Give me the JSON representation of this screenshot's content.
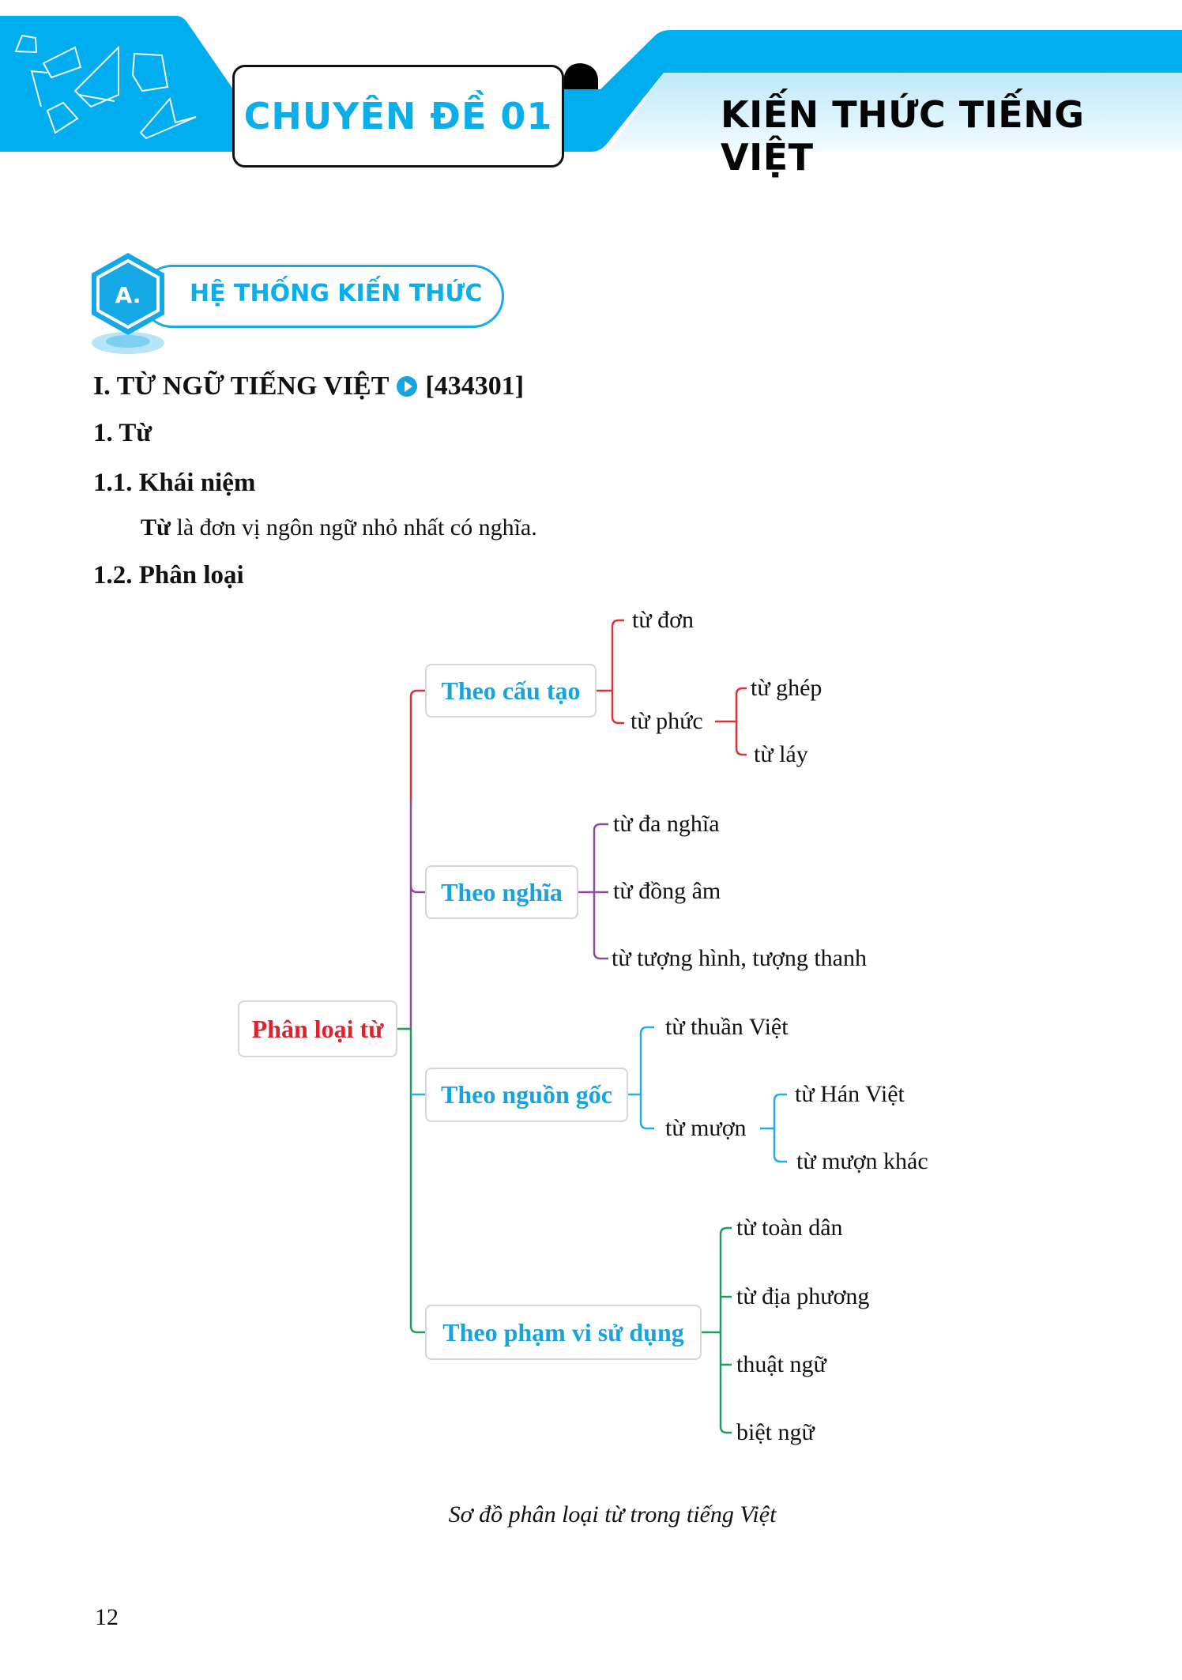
{
  "header": {
    "chapter_label": "CHUYÊN ĐỀ 01",
    "topic_title": "KIẾN THỨC TIẾNG VIỆT",
    "colors": {
      "brand_blue": "#00aeef",
      "light_band": "#c8ecfb"
    }
  },
  "section": {
    "badge_letter": "A.",
    "title": "HỆ THỐNG KIẾN THỨC"
  },
  "content": {
    "heading_1": "I. TỪ NGỮ TIẾNG VIỆT",
    "heading_1_code": "[434301]",
    "heading_2": "1. Từ",
    "heading_3a": "1.1. Khái niệm",
    "definition_term": "Từ",
    "definition_rest": " là đơn vị ngôn ngữ nhỏ nhất có nghĩa.",
    "heading_3b": "1.2. Phân loại"
  },
  "diagram": {
    "root": "Phân loại từ",
    "colors": {
      "root_text": "#d9232e",
      "branch_text": "#18a3dd",
      "cau_tao": "#e0303a",
      "nghia": "#8e4a9e",
      "nguon_goc": "#1fb0e0",
      "pham_vi": "#1e9e55"
    },
    "branches": [
      {
        "label": "Theo cấu tạo",
        "children": [
          {
            "label": "từ đơn"
          },
          {
            "label": "từ phức",
            "children": [
              {
                "label": "từ ghép"
              },
              {
                "label": "từ láy"
              }
            ]
          }
        ]
      },
      {
        "label": "Theo nghĩa",
        "children": [
          {
            "label": "từ đa nghĩa"
          },
          {
            "label": "từ đồng âm"
          },
          {
            "label": "từ tượng hình, tượng thanh"
          }
        ]
      },
      {
        "label": "Theo nguồn gốc",
        "children": [
          {
            "label": "từ thuần Việt"
          },
          {
            "label": "từ mượn",
            "children": [
              {
                "label": "từ Hán Việt"
              },
              {
                "label": "từ mượn khác"
              }
            ]
          }
        ]
      },
      {
        "label": "Theo phạm vi sử dụng",
        "children": [
          {
            "label": "từ toàn dân"
          },
          {
            "label": "từ địa phương"
          },
          {
            "label": "thuật ngữ"
          },
          {
            "label": "biệt ngữ"
          }
        ]
      }
    ],
    "caption": "Sơ đồ phân loại từ trong tiếng Việt"
  },
  "footer": {
    "page_number": "12"
  }
}
